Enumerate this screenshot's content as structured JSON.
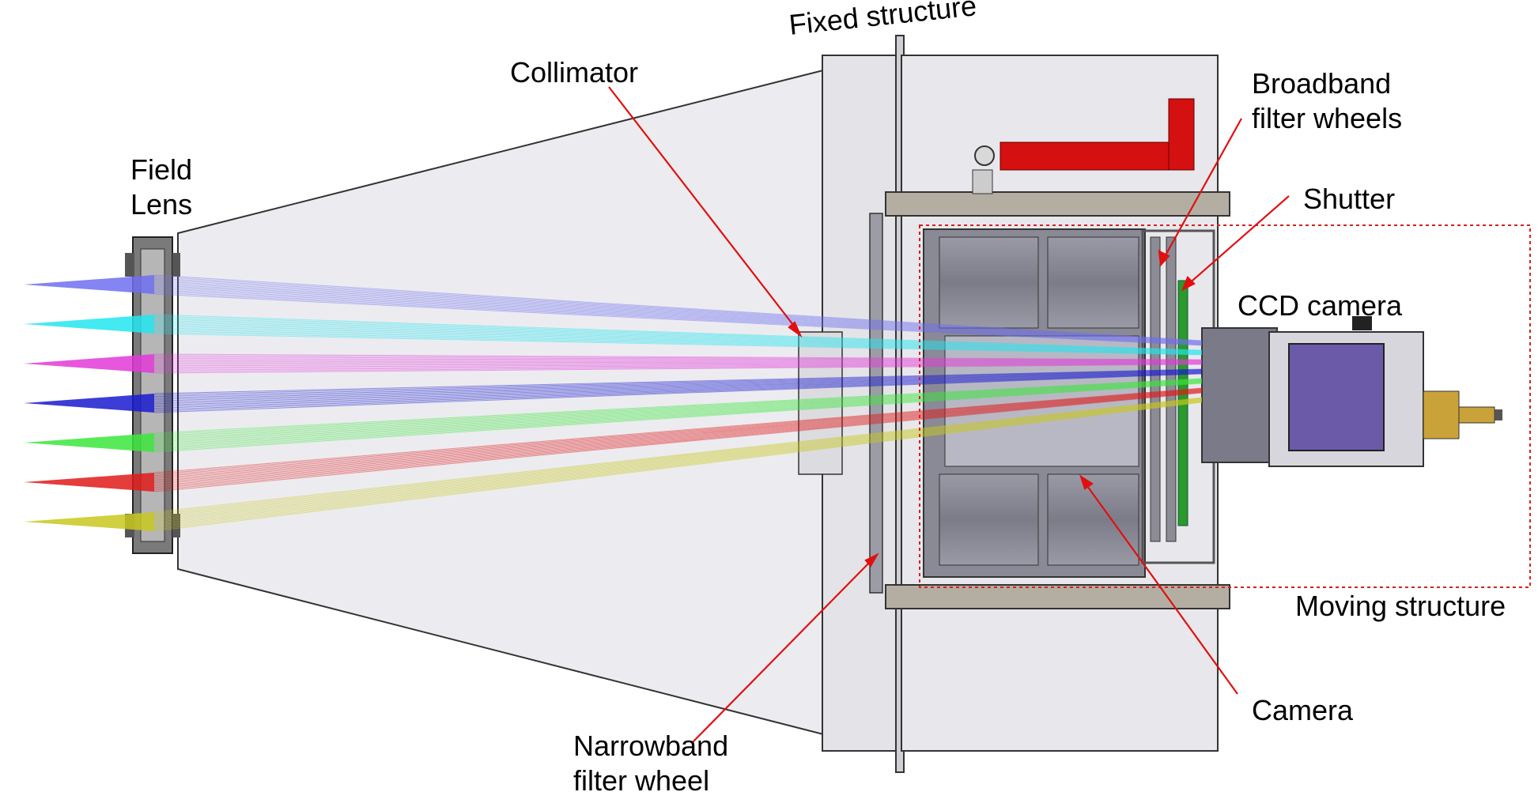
{
  "labels": {
    "field_lens": [
      "Field",
      "Lens"
    ],
    "collimator": "Collimator",
    "fixed_structure": "Fixed structure",
    "broadband_filter_wheels": [
      "Broadband",
      "filter wheels"
    ],
    "shutter": "Shutter",
    "ccd_camera": "CCD camera",
    "moving_structure": "Moving structure",
    "camera": "Camera",
    "narrowband_filter_wheel": [
      "Narrowband",
      "filter wheel"
    ]
  },
  "colors": {
    "ray_fields": [
      "#6f6ff0",
      "#22e6ee",
      "#e23ad8",
      "#1a1ad0",
      "#3ce63c",
      "#e01a1a",
      "#c8c81e"
    ],
    "callout": "#e01010",
    "moving_box": "#d42020",
    "housing": "#c8c8cc",
    "inner_housing": "#8a8a96",
    "actuator": "#d41010",
    "shutter_green": "#2a9a2a",
    "ccd_body": "#6a5aa8",
    "brass": "#c9a23a"
  },
  "icons": {
    "field_lens": "lens-mount-icon",
    "ccd": "ccd-camera-icon",
    "actuator": "linear-actuator-icon"
  }
}
